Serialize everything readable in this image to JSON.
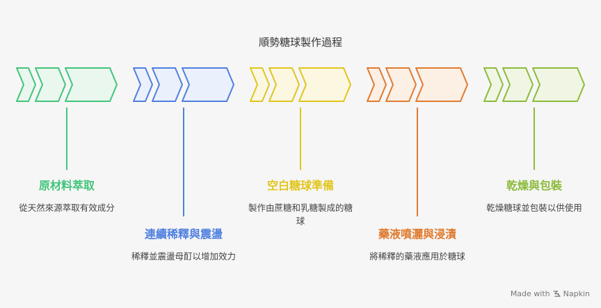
{
  "title": "順勢糖球製作過程",
  "steps": [
    {
      "title": "原材料萃取",
      "description": "從天然來源萃取有效成分",
      "color": "#41c47a",
      "fill": "#e9f7ef"
    },
    {
      "title": "連續稀釋與震盪",
      "description": "稀釋並震盪母酊以增加效力",
      "color": "#4f7fdf",
      "fill": "#eaf0fc"
    },
    {
      "title": "空白糖球準備",
      "description": "製作由蔗糖和乳糖製成的糖球",
      "color": "#e1c51c",
      "fill": "#fbf7e0"
    },
    {
      "title": "藥液噴灑與浸漬",
      "description": "將稀釋的藥液應用於糖球",
      "color": "#e07a2e",
      "fill": "#fcefe4"
    },
    {
      "title": "乾燥與包裝",
      "description": "乾燥糖球並包裝以供使用",
      "color": "#8cbb3a",
      "fill": "#f0f6e3"
    }
  ],
  "watermark": {
    "text_made_with": "Made with",
    "text_brand": "Napkin",
    "icon": "napkin-logo-icon"
  }
}
